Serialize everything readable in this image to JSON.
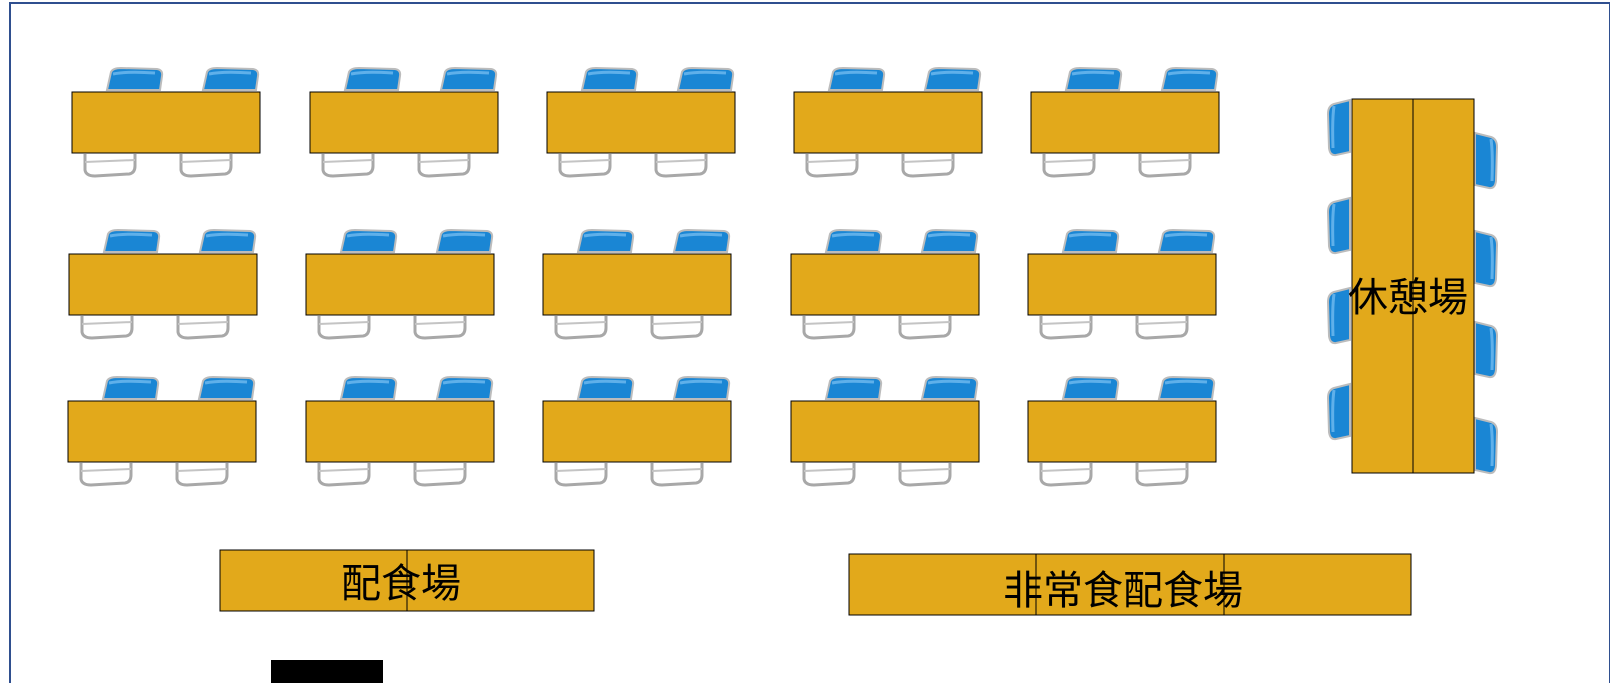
{
  "colors": {
    "frame": "#2f4f8f",
    "table_fill": "#e2a91b",
    "table_stroke": "#000000",
    "seat_blue": "#1a86d4",
    "chair_frame": "#a6a6a6"
  },
  "layout_plan": {
    "rows_of_tables": 3,
    "tables_per_row": 5,
    "chairs_per_table": 2
  },
  "areas": {
    "rest_area_label": "休憩場",
    "serving_area_label": "配食場",
    "emergency_food_area_label": "非常食配食場"
  }
}
